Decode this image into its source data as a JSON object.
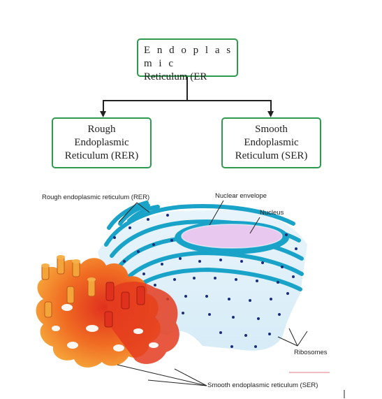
{
  "flowchart": {
    "root": {
      "line1": "E n d o p l a s m i c",
      "line2": "Reticulum (ER"
    },
    "rer": {
      "line1": "Rough",
      "line2": "Endoplasmic",
      "line3": "Reticulum (RER)"
    },
    "ser": {
      "line1": "Smooth",
      "line2": "Endoplasmic",
      "line3": "Reticulum (SER)"
    }
  },
  "illustration": {
    "labels": {
      "rer": "Rough endoplasmic reticulum (RER)",
      "envelope": "Nuclear envelope",
      "nucleus": "Nucleus",
      "ribosomes": "Ribosomes",
      "ser": "Smooth endoplasmic reticulum (SER)"
    }
  },
  "colors": {
    "box_border": "#2e9a4d",
    "er_membrane": "#1aa3c8",
    "nucleus_fill": "#e8c8ee",
    "ser_orange": "#f29a2e",
    "ser_red": "#e0301e"
  }
}
